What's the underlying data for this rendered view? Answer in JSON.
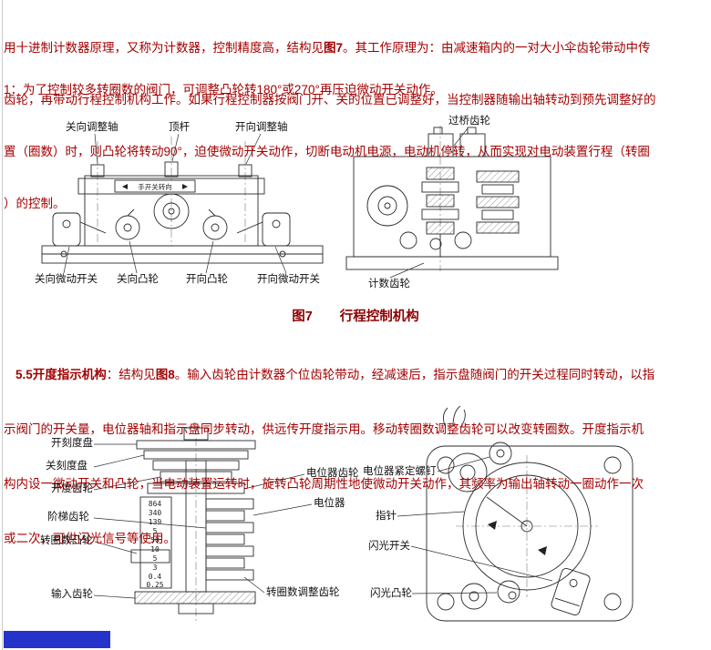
{
  "page": {
    "background": "#ffffff",
    "body_text_color": "#a30000",
    "caption_color": "#8b0000",
    "label_color": "#111111",
    "accent_blue": "#2434cb"
  },
  "intro": {
    "line1_pre": "用十进制计数器原理，又称为计数器，控制精度高，结构见",
    "line1_fig": "图7",
    "line1_post": "。其工作原理为：由减速箱内的一对大小伞齿轮带动中传",
    "line2": "齿轮，再带动行程控制机构工作。如果行程控制器按阀门开、关的位置已调整好，当控制器随输出轴转动到预先调整好的",
    "line3": "置（圈数）时，则凸轮将转动90°，迫使微动开关动作，切断电动机电源，电动机停转，从而实现对电动装置行程（转圈",
    "line4": "）的控制。",
    "note": "1：为了控制较多转圈数的阀门，可调整凸轮转180°或270°再压迫微动开关动作。"
  },
  "figure7": {
    "caption_number": "图7",
    "caption_title": "行程控制机构",
    "inner_label": "手开关转向",
    "labels": {
      "close_adjust_shaft": "关向调整轴",
      "push_rod": "顶杆",
      "open_adjust_shaft": "开向调整轴",
      "bridge_gear": "过桥齿轮",
      "close_micro_switch": "关向微动开关",
      "close_cam": "关向凸轮",
      "open_cam": "开向凸轮",
      "open_micro_switch": "开向微动开关",
      "counting_gear": "计数齿轮"
    }
  },
  "section55": {
    "heading": "5.5开度指示机构",
    "line1_mid": "：结构见",
    "line1_fig": "图8",
    "line1_post": "。输入齿轮由计数器个位齿轮带动，经减速后，指示盘随阀门的开关过程同时转动，以指",
    "line2": "示阀门的开关量，电位器轴和指示盘同步转动，供远传开度指示用。移动转圈数调整齿轮可以改变转圈数。开度指示机",
    "line3": "构内设一微动开关和凸轮，当电动装置运转时，旋转凸轮周期性地使微动开关动作，其频率为输出轴转动一圈动作一次",
    "line4": "或二次，可供闪光信号等使用。"
  },
  "figure8": {
    "labels": {
      "open_dial": "开刻度盘",
      "close_dial": "关刻度盘",
      "opening_gear": "开度齿轮",
      "step_gear": "阶梯齿轮",
      "turns_cam": "转圈数凸轮",
      "input_gear": "输入齿轮",
      "potentiometer_gear": "电位器齿轮",
      "potentiometer": "电位器",
      "turns_adjust_gear": "转圈数调整齿轮",
      "potentiometer_set_screw": "电位器紧定螺钉",
      "pointer": "指针",
      "flash_switch": "闪光开关",
      "flash_cam": "闪光凸轮"
    },
    "gear_numbers": [
      "864",
      "340",
      "139",
      "5",
      "50",
      "10",
      "5",
      "3",
      "0.4",
      "0.25"
    ]
  }
}
